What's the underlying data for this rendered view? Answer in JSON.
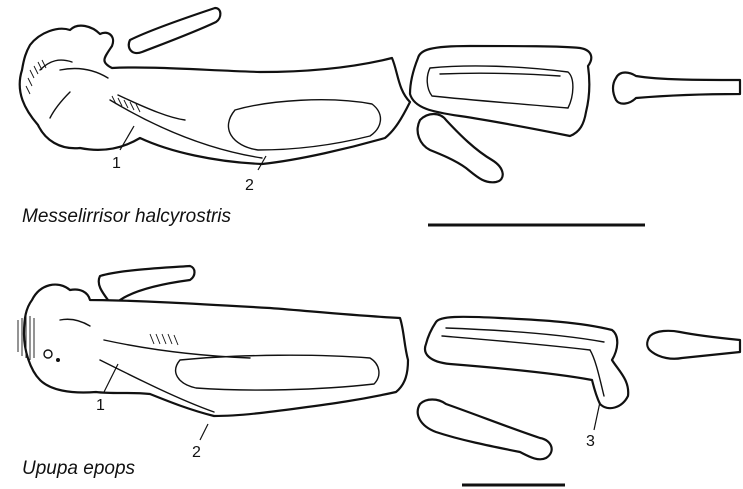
{
  "panels": [
    {
      "species": "Messelirrisor halcyrostris",
      "labels": [
        "1",
        "2"
      ]
    },
    {
      "species": "Upupa epops",
      "labels": [
        "1",
        "2",
        "3"
      ]
    }
  ],
  "colors": {
    "ink": "#111111",
    "background": "#ffffff"
  }
}
